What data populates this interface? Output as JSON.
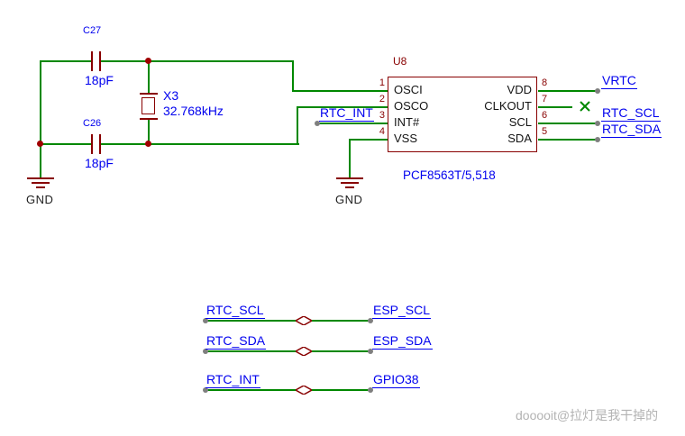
{
  "colors": {
    "wire": "#008800",
    "component": "#880000",
    "label": "#0000ee",
    "pin_number": "#880000",
    "junction": "#a00000",
    "port_dot": "#7f7f7f",
    "watermark": "#b3b3b3"
  },
  "components": {
    "c27": {
      "ref": "C27",
      "value": "18pF"
    },
    "c26": {
      "ref": "C26",
      "value": "18pF"
    },
    "x3": {
      "ref": "X3",
      "value": "32.768kHz"
    },
    "u8": {
      "ref": "U8",
      "part": "PCF8563T/5,518",
      "pins_left": [
        {
          "num": "1",
          "name": "OSCI"
        },
        {
          "num": "2",
          "name": "OSCO"
        },
        {
          "num": "3",
          "name": "INT#"
        },
        {
          "num": "4",
          "name": "VSS"
        }
      ],
      "pins_right": [
        {
          "num": "8",
          "name": "VDD"
        },
        {
          "num": "7",
          "name": "CLKOUT"
        },
        {
          "num": "6",
          "name": "SCL"
        },
        {
          "num": "5",
          "name": "SDA"
        }
      ]
    },
    "gnd1": "GND",
    "gnd2": "GND"
  },
  "net_labels": {
    "rtc_int": "RTC_INT",
    "vrtc": "VRTC",
    "rtc_scl": "RTC_SCL",
    "rtc_sda": "RTC_SDA"
  },
  "net_ties": [
    {
      "left": "RTC_SCL",
      "right": "ESP_SCL"
    },
    {
      "left": "RTC_SDA",
      "right": "ESP_SDA"
    },
    {
      "left": "RTC_INT",
      "right": "GPIO38"
    }
  ],
  "watermark": "dooooit@拉灯是我干掉的"
}
